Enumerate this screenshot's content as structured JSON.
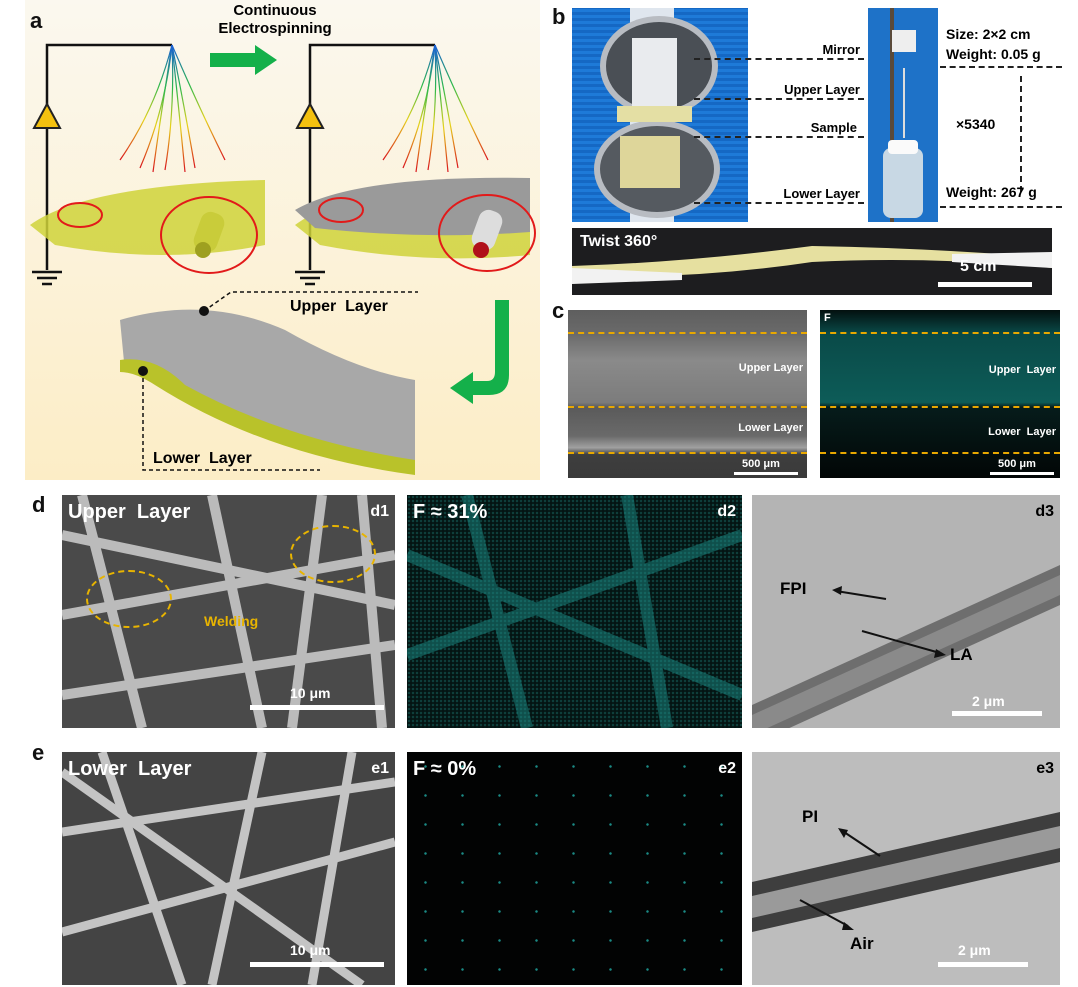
{
  "panels": {
    "a": {
      "label": "a",
      "process_title": "Continuous Electrospinning",
      "upper_layer": "Upper  Layer",
      "lower_layer": "Lower  Layer"
    },
    "b": {
      "label": "b",
      "callouts": [
        "Mirror",
        "Upper Layer",
        "Sample",
        "Lower Layer"
      ],
      "size": "Size: 2×2 cm",
      "weight_small": "Weight: 0.05 g",
      "ratio": "×5340",
      "weight_large": "Weight: 267 g",
      "twist": "Twist 360°",
      "scale": "5 cm"
    },
    "c": {
      "label": "c",
      "sem_upper": "Upper Layer",
      "sem_lower": "Lower Layer",
      "sem_scale": "500 μm",
      "eds_tag": "F",
      "eds_upper": "Upper  Layer",
      "eds_lower": "Lower  Layer",
      "eds_scale": "500 μm"
    },
    "d": {
      "label": "d",
      "d1_title": "Upper  Layer",
      "d1_tag": "d1",
      "d1_note": "Welding",
      "d1_scale": "10 μm",
      "d2_title": "F ≈ 31%",
      "d2_tag": "d2",
      "d3_tag": "d3",
      "d3_a": "FPI",
      "d3_b": "LA",
      "d3_scale": "2 μm"
    },
    "e": {
      "label": "e",
      "e1_title": "Lower  Layer",
      "e1_tag": "e1",
      "e1_scale": "10 μm",
      "e2_title": "F ≈ 0%",
      "e2_tag": "e2",
      "e3_tag": "e3",
      "e3_a": "PI",
      "e3_b": "Air",
      "e3_scale": "2 μm"
    }
  },
  "colors": {
    "arrow": "#14b04a",
    "mat_yellow": "#c9cf2a",
    "eds": "#1aa6a0",
    "welding": "#e8b400"
  }
}
